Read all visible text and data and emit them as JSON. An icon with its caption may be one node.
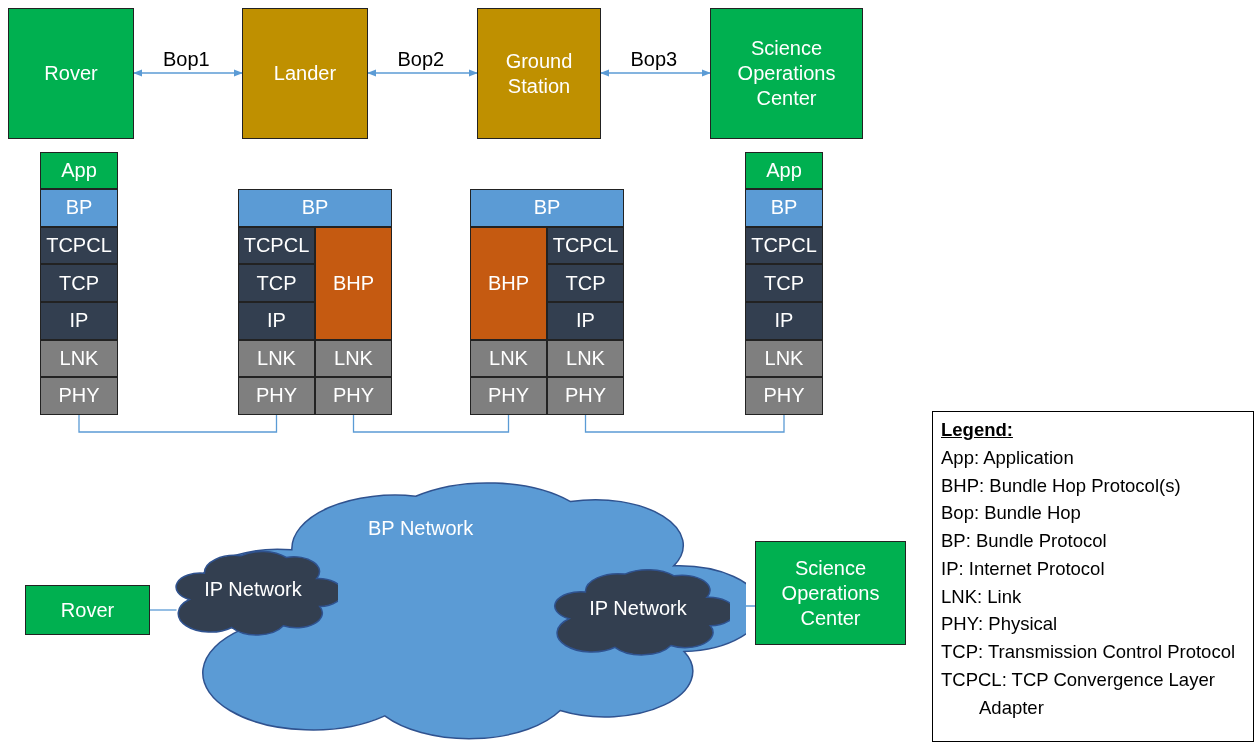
{
  "diagram": {
    "nodes": [
      {
        "text": [
          "Rover"
        ]
      },
      {
        "text": [
          "Lander"
        ]
      },
      {
        "text": [
          "Ground Station"
        ]
      },
      {
        "text": [
          "Science Operations Center"
        ]
      },
      {
        "text": [
          "App"
        ]
      },
      {
        "text": [
          "BP"
        ]
      },
      {
        "text": [
          "TCPCL"
        ]
      },
      {
        "text": [
          "TCP"
        ]
      },
      {
        "text": [
          "IP"
        ]
      },
      {
        "text": [
          "LNK"
        ]
      },
      {
        "text": [
          "PHY"
        ]
      },
      {
        "text": [
          "BP"
        ]
      },
      {
        "text": [
          "TCPCL"
        ]
      },
      {
        "text": [
          "BHP"
        ]
      },
      {
        "text": [
          "TCP"
        ]
      },
      {
        "text": [
          "IP"
        ]
      },
      {
        "text": [
          "LNK"
        ]
      },
      {
        "text": [
          "LNK"
        ]
      },
      {
        "text": [
          "PHY"
        ]
      },
      {
        "text": [
          "PHY"
        ]
      },
      {
        "text": [
          "BP"
        ]
      },
      {
        "text": [
          "BHP"
        ]
      },
      {
        "text": [
          "TCPCL"
        ]
      },
      {
        "text": [
          "TCP"
        ]
      },
      {
        "text": [
          "IP"
        ]
      },
      {
        "text": [
          "LNK"
        ]
      },
      {
        "text": [
          "LNK"
        ]
      },
      {
        "text": [
          "PHY"
        ]
      },
      {
        "text": [
          "PHY"
        ]
      },
      {
        "text": [
          "App"
        ]
      },
      {
        "text": [
          "BP"
        ]
      },
      {
        "text": [
          "TCPCL"
        ]
      },
      {
        "text": [
          "TCP"
        ]
      },
      {
        "text": [
          "IP"
        ]
      },
      {
        "text": [
          "LNK"
        ]
      },
      {
        "text": [
          "PHY"
        ]
      },
      {
        "text": [
          "BP Network"
        ]
      },
      {
        "text": [
          "IP Network"
        ],
        "in": 36
      },
      {
        "text": [
          "IP Network"
        ],
        "in": 36
      },
      {
        "text": [
          "Rover"
        ]
      },
      {
        "text": [
          "Science Operations Center"
        ]
      }
    ],
    "edges": [
      {
        "from": 0,
        "to": 1,
        "arrow": "both",
        "label": "Bop1"
      },
      {
        "from": 1,
        "to": 2,
        "arrow": "both",
        "label": "Bop2"
      },
      {
        "from": 2,
        "to": 3,
        "arrow": "both",
        "label": "Bop3"
      },
      {
        "from": 10,
        "to": 18,
        "arrow": "none"
      },
      {
        "from": 19,
        "to": 27,
        "arrow": "none"
      },
      {
        "from": 28,
        "to": 35,
        "arrow": "none"
      },
      {
        "from": 39,
        "to": 37,
        "arrow": "none"
      },
      {
        "from": 38,
        "to": 40,
        "arrow": "none"
      }
    ],
    "labels": [
      "Legend:",
      "App: Application",
      "BHP: Bundle Hop Protocol(s)",
      "Bop: Bundle Hop",
      "BP: Bundle Protocol",
      "IP: Internet Protocol",
      "LNK: Link",
      "PHY: Physical",
      "TCP: Transmission Control Protocol",
      "TCPCL: TCP Convergence Layer Adapter"
    ]
  }
}
